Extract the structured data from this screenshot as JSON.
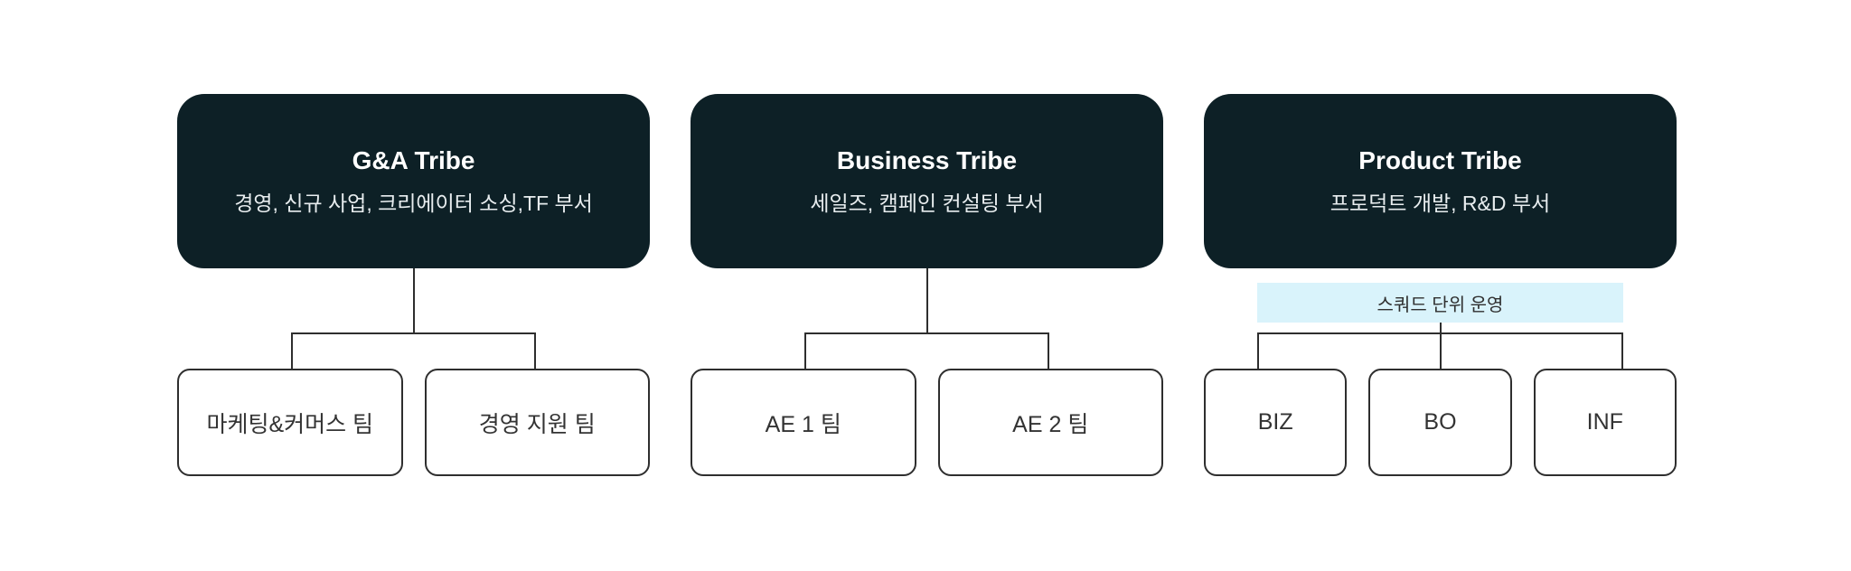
{
  "page": {
    "background": "#ffffff",
    "description": "Organization chart with three tribes"
  },
  "colors": {
    "tribe_bg": "#0d2026",
    "tribe_title": "#ffffff",
    "tribe_subtitle": "#e8edef",
    "line": "#2e2e2e",
    "child_border": "#2e2e2e",
    "child_text": "#333333",
    "badge_bg": "#d9f3fb",
    "badge_text": "#2f2f2f"
  },
  "tribes": [
    {
      "title": "G&A Tribe",
      "subtitle": "경영, 신규 사업, 크리에이터 소싱,TF 부서",
      "teams": [
        "마케팅&커머스 팀",
        "경영 지원 팀"
      ]
    },
    {
      "title": "Business Tribe",
      "subtitle": "세일즈, 캠페인 컨설팅 부서",
      "teams": [
        "AE 1 팀",
        "AE 2 팀"
      ]
    },
    {
      "title": "Product Tribe",
      "subtitle": "프로덕트 개발, R&D 부서",
      "badge": "스쿼드 단위 운영",
      "teams": [
        "BIZ",
        "BO",
        "INF"
      ]
    }
  ]
}
